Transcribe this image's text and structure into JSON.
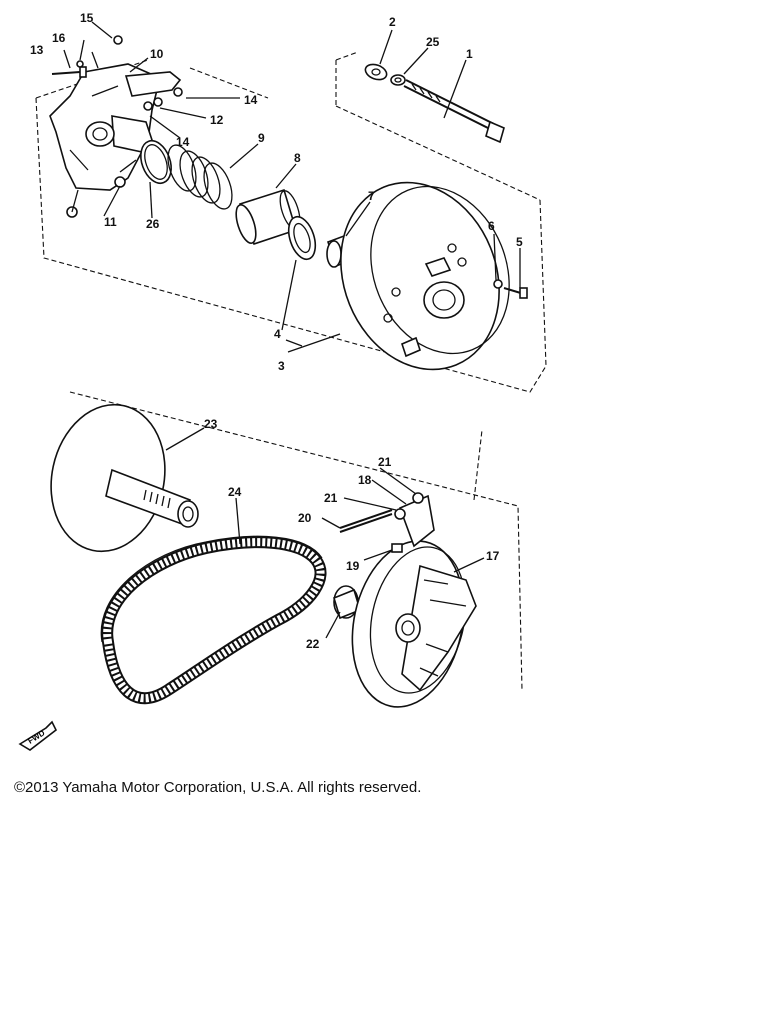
{
  "callouts": [
    {
      "id": "1",
      "text": "1"
    },
    {
      "id": "2",
      "text": "2"
    },
    {
      "id": "3",
      "text": "3"
    },
    {
      "id": "4",
      "text": "4"
    },
    {
      "id": "5",
      "text": "5"
    },
    {
      "id": "6",
      "text": "6"
    },
    {
      "id": "7",
      "text": "7"
    },
    {
      "id": "8",
      "text": "8"
    },
    {
      "id": "9",
      "text": "9"
    },
    {
      "id": "10",
      "text": "10"
    },
    {
      "id": "11",
      "text": "11"
    },
    {
      "id": "12",
      "text": "12"
    },
    {
      "id": "13",
      "text": "13"
    },
    {
      "id": "14a",
      "text": "14"
    },
    {
      "id": "14b",
      "text": "14"
    },
    {
      "id": "15",
      "text": "15"
    },
    {
      "id": "16",
      "text": "16"
    },
    {
      "id": "17",
      "text": "17"
    },
    {
      "id": "18",
      "text": "18"
    },
    {
      "id": "19",
      "text": "19"
    },
    {
      "id": "20",
      "text": "20"
    },
    {
      "id": "21a",
      "text": "21"
    },
    {
      "id": "21b",
      "text": "21"
    },
    {
      "id": "22",
      "text": "22"
    },
    {
      "id": "23",
      "text": "23"
    },
    {
      "id": "24",
      "text": "24"
    },
    {
      "id": "25",
      "text": "25"
    },
    {
      "id": "26",
      "text": "26"
    }
  ],
  "fwd_label": "FWD",
  "copyright": "©2013 Yamaha Motor Corporation, U.S.A. All rights reserved."
}
